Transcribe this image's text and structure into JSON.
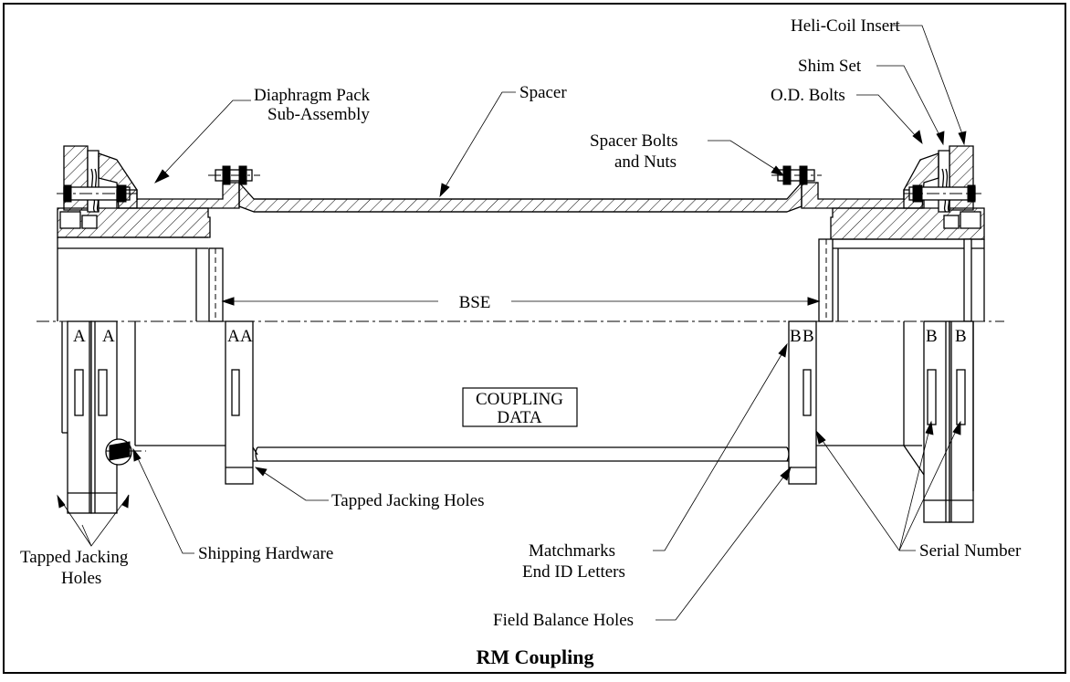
{
  "title": "RM Coupling",
  "coupling_data_box": [
    "COUPLING",
    "DATA"
  ],
  "dimension": "BSE",
  "labels": {
    "heli_coil_insert": "Heli-Coil Insert",
    "shim_set": "Shim Set",
    "od_bolts": "O.D. Bolts",
    "diaphragm_pack": [
      "Diaphragm Pack",
      "Sub-Assembly"
    ],
    "spacer": "Spacer",
    "spacer_bolts": [
      "Spacer Bolts",
      "and Nuts"
    ],
    "tapped_jacking_holes_center": "Tapped Jacking Holes",
    "tapped_jacking_holes_left": [
      "Tapped Jacking",
      "Holes"
    ],
    "shipping_hardware": "Shipping Hardware",
    "matchmarks": [
      "Matchmarks",
      "End ID Letters"
    ],
    "field_balance_holes": "Field Balance Holes",
    "serial_number": "Serial Number"
  },
  "end_letters": {
    "a": "A",
    "b": "B"
  }
}
